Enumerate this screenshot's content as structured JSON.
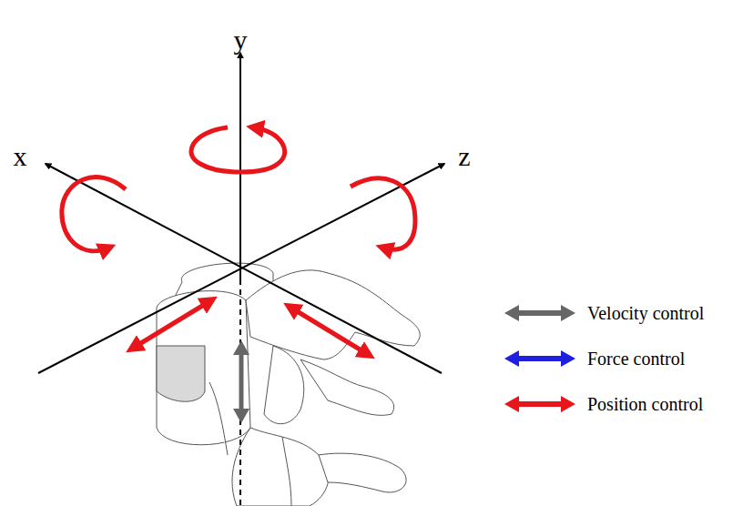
{
  "diagram": {
    "labels": [
      "y",
      "x",
      "z"
    ],
    "legend": [
      {
        "text": "Velocity control"
      },
      {
        "text": "Force control"
      },
      {
        "text": "Position control"
      }
    ]
  }
}
